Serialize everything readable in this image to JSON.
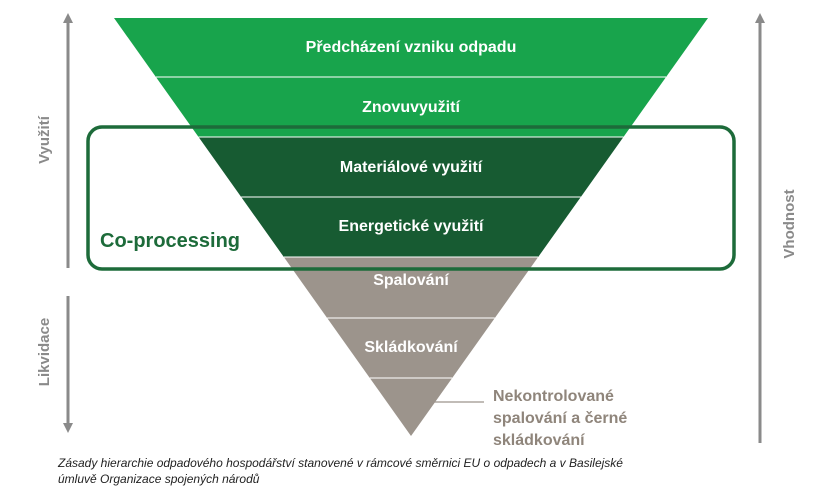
{
  "colors": {
    "green_light": "#18a44c",
    "green_dark": "#175b32",
    "gray": "#9c948c",
    "frame": "#1d6b3a",
    "arrow": "#8a8a8a"
  },
  "levels": [
    {
      "label": "Předcházení vzniku odpadu",
      "tone": "green_light"
    },
    {
      "label": "Znovuvyužití",
      "tone": "green_light"
    },
    {
      "label": "Materiálové využití",
      "tone": "green_dark"
    },
    {
      "label": "Energetické využití",
      "tone": "green_dark"
    },
    {
      "label": "Spalování",
      "tone": "gray"
    },
    {
      "label": "Skládkování",
      "tone": "gray"
    },
    {
      "label": "",
      "tone": "gray"
    }
  ],
  "left_axis": {
    "top_label": "Využití",
    "bottom_label": "Likvidace"
  },
  "right_axis": {
    "label": "Vhodnost"
  },
  "coprocessing_label": "Co-processing",
  "note_lines": [
    "Nekontrolované",
    "spalování a černé",
    "skládkování"
  ],
  "caption_lines": [
    "Zásady hierarchie odpadového hospodářství stanovené v rámcové směrnici EU o odpadech a v Basilejské",
    "úmluvě Organizace spojených národů"
  ]
}
